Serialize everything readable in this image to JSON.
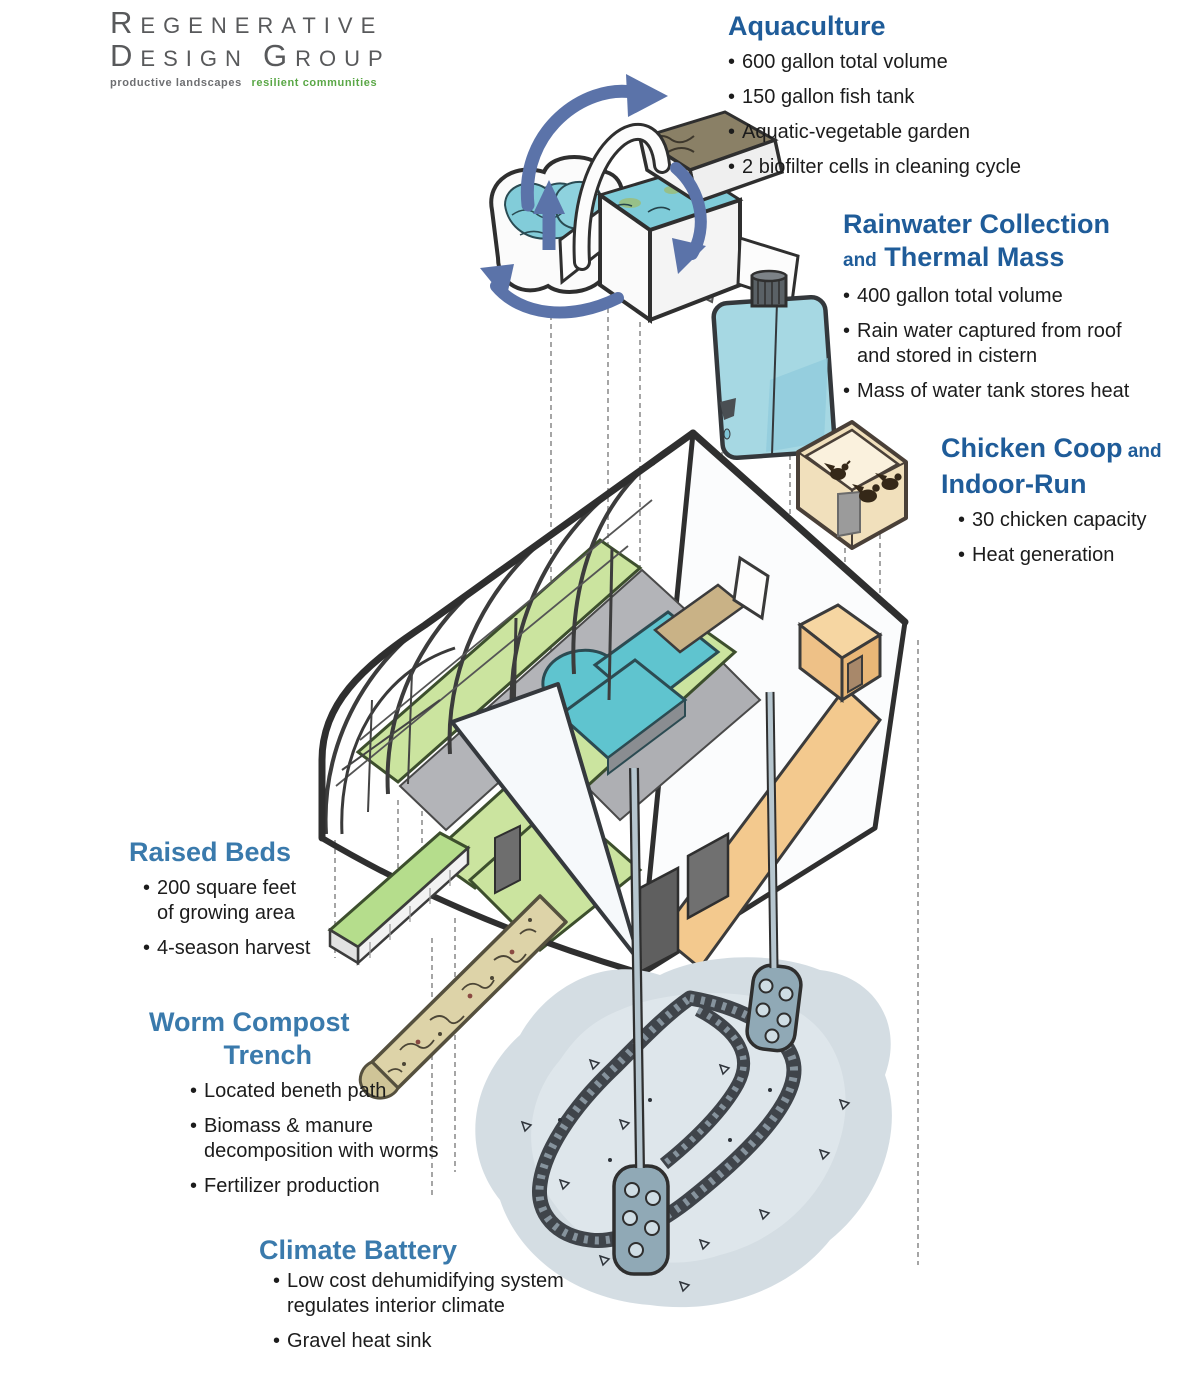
{
  "logo": {
    "line1": "REGENERATIVE",
    "line2_word1": "DESIGN",
    "line2_word2": "GROUP",
    "tagline_gray": "productive landscapes",
    "tagline_green": "resilient communities"
  },
  "colors": {
    "heading_blue_dark": "#1f5c99",
    "heading_blue_light": "#3a7aac",
    "body_text": "#1c1c1c",
    "logo_gray": "#58595b",
    "logo_green": "#5aa746",
    "water_teal": "#7fccd9",
    "tank_blue": "#a6d8e3",
    "bed_green": "#cbe49f",
    "coop_tan": "#f1e0bc",
    "run_orange": "#f3c98e",
    "arrow_blue": "#5b73a9",
    "gravel_gray": "#d4dde3",
    "tube_dark": "#3f444a",
    "trench_tan": "#ddd3a8"
  },
  "callouts": {
    "aquaculture": {
      "title": "Aquaculture",
      "bullets": [
        {
          "l1": "600 gallon total volume"
        },
        {
          "l1": "150 gallon fish tank"
        },
        {
          "l1": "Aquatic-vegetable garden"
        },
        {
          "l1": "2 biofilter cells in cleaning cycle"
        }
      ]
    },
    "rainwater": {
      "title_line1": "Rainwater Collection",
      "title_and": "and",
      "title_line2": " Thermal Mass",
      "bullets": [
        {
          "l1": "400 gallon total volume"
        },
        {
          "l1": "Rain water captured from roof",
          "l2": "and stored in cistern"
        },
        {
          "l1": "Mass of water tank stores heat"
        }
      ]
    },
    "chicken": {
      "title_main": "Chicken Coop",
      "title_and": " and",
      "title_line2": "Indoor-Run",
      "bullets": [
        {
          "l1": "30 chicken capacity"
        },
        {
          "l1": "Heat generation"
        }
      ]
    },
    "raised_beds": {
      "title": "Raised Beds",
      "bullets": [
        {
          "l1": "200 square feet",
          "l2": "of growing area"
        },
        {
          "l1": "4-season harvest"
        }
      ]
    },
    "worm_compost": {
      "title_line1": "Worm Compost",
      "title_line2": "Trench",
      "bullets": [
        {
          "l1": "Located beneth path"
        },
        {
          "l1": "Biomass & manure",
          "l2": "decomposition with worms"
        },
        {
          "l1": "Fertilizer production"
        }
      ]
    },
    "climate_battery": {
      "title": "Climate Battery",
      "bullets": [
        {
          "l1": "Low cost dehumidifying system",
          "l2": "regulates interior climate"
        },
        {
          "l1": "Gravel heat sink"
        }
      ]
    }
  }
}
